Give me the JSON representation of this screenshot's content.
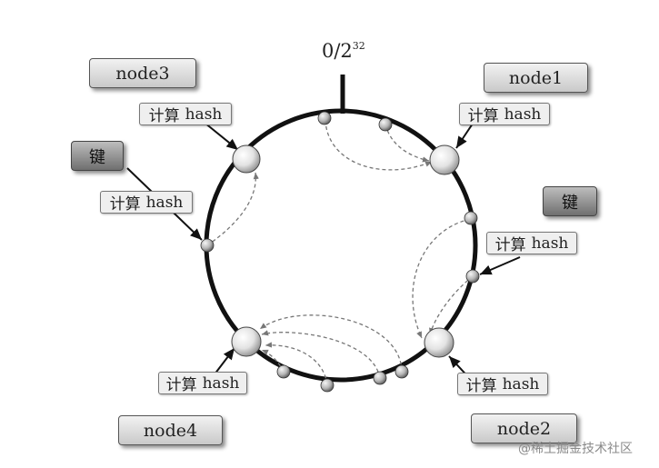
{
  "ring_label": {
    "base": "0/2",
    "exponent": "32"
  },
  "hash_label": {
    "prefix": "计算",
    "word": "hash"
  },
  "nodes": {
    "node1": "node1",
    "node2": "node2",
    "node3": "node3",
    "node4": "node4"
  },
  "keys": {
    "key1": "键",
    "key2": "键"
  },
  "watermark": "@稀土掘金技术社区",
  "colors": {
    "ring": "#111111",
    "arrow": "#777777",
    "leader": "#111111"
  }
}
